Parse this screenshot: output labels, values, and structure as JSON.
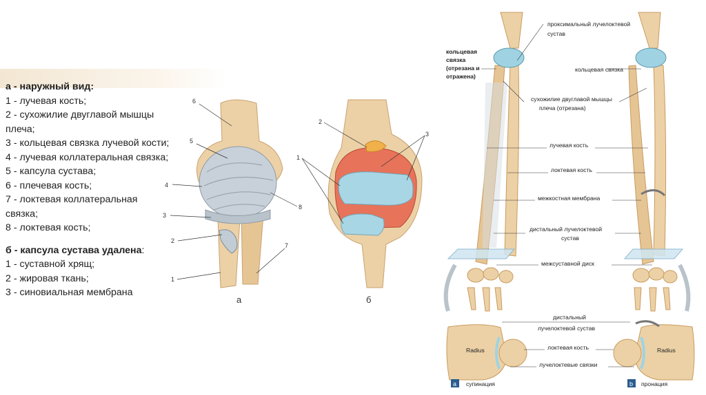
{
  "legend": {
    "a_title": "а - наружный вид:",
    "a_items": [
      "1 - лучевая кость;",
      "2 - сухожилие двуглавой мышцы плеча;",
      "3 - кольцевая связка лучевой кости;",
      "4 - лучевая коллатеральная связка;",
      "5 - капсула сустава;",
      "6 - плечевая кость;",
      "7 - локтевая коллатеральная связка;",
      "8 - локтевая кость;"
    ],
    "b_title": "б - капсула сустава удалена",
    "b_colon": ":",
    "b_items": [
      "1 - суставной хрящ;",
      "2 - жировая ткань;",
      "3 - синовиальная мембрана"
    ]
  },
  "elbow_a": {
    "caption": "а",
    "numbers": [
      "6",
      "5",
      "4",
      "3",
      "2",
      "1",
      "8",
      "7"
    ]
  },
  "elbow_b": {
    "caption": "б",
    "numbers": [
      "2",
      "3",
      "1"
    ]
  },
  "forearm": {
    "labels": {
      "proximal_1": "проксимальный лучелоктевой",
      "proximal_2": "сустав",
      "annular_left_1": "кольцевая",
      "annular_left_2": "связка",
      "annular_left_3": "(отрезана и",
      "annular_left_4": "отражена)",
      "annular_right": "кольцевая связка",
      "biceps_1": "сухожилие двуглавой мышцы",
      "biceps_2": "плеча (отрезана)",
      "radius": "лучевая кость",
      "ulna": "локтевая кость",
      "membrane": "межкостная мембрана",
      "distal_1": "дистальный лучелоктевой",
      "distal_2": "сустав",
      "disc": "межсуставной диск"
    }
  },
  "cross_section": {
    "distal_1": "дистальный",
    "distal_2": "лучелоктевой сустав",
    "ulna": "локтевая кость",
    "ligaments": "лучелоктевые связки",
    "radius_left": "Radius",
    "radius_right": "Radius",
    "badge_a": "a",
    "badge_b": "b",
    "supination": "супинация",
    "pronation": "пронация"
  },
  "colors": {
    "bone": "#e9c99a",
    "bone_dark": "#c89a5e",
    "cartilage": "#9fd3e3",
    "ligament": "#c9d2da",
    "synovial": "#e2563b",
    "fat": "#f0b04a",
    "badge": "#2a5d8f"
  }
}
